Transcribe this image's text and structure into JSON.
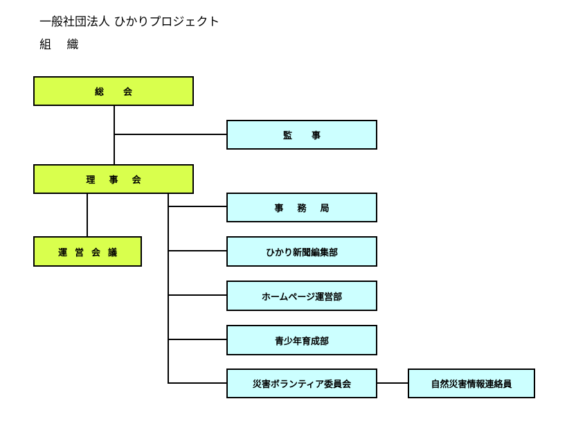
{
  "header": {
    "organization": "一般社団法人 ひかりプロジェクト",
    "title": "組 織"
  },
  "nodes": {
    "general_assembly": "総 会",
    "auditor": "監 事",
    "board": "理 事 会",
    "management_council": "運 営 会 議",
    "secretariat": "事 務 局",
    "newspaper_editorial": "ひかり新聞編集部",
    "homepage_operations": "ホームページ運営部",
    "youth_development": "青少年育成部",
    "disaster_volunteer_committee": "災害ボランティア委員会",
    "natural_disaster_liaison": "自然災害情報連絡員"
  }
}
